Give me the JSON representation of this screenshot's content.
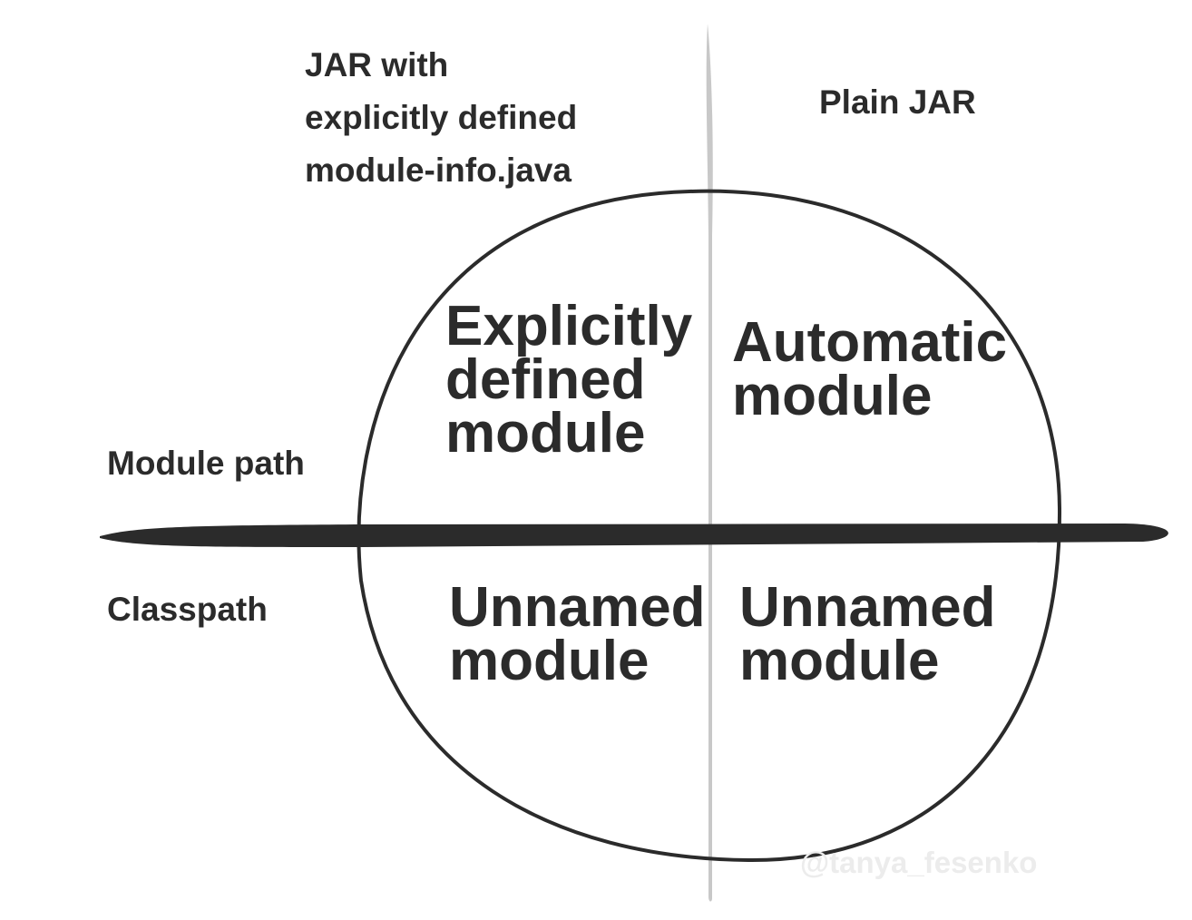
{
  "columns": {
    "explicit_jar": {
      "lines": [
        "JAR with",
        "explicitly defined",
        "module-info.java"
      ]
    },
    "plain_jar": {
      "label": "Plain JAR"
    }
  },
  "rows": {
    "module_path": {
      "label": "Module path"
    },
    "classpath": {
      "label": "Classpath"
    }
  },
  "cells": {
    "module_path_explicit": {
      "lines": [
        "Explicitly",
        "defined",
        "module"
      ]
    },
    "module_path_plain": {
      "lines": [
        "Automatic",
        "module"
      ]
    },
    "classpath_explicit": {
      "lines": [
        "Unnamed",
        "module"
      ]
    },
    "classpath_plain": {
      "lines": [
        "Unnamed",
        "module"
      ]
    }
  },
  "watermark": "@tanya_fesenko",
  "colors": {
    "text": "#2b2b2b",
    "divider_horizontal": "#2b2b2b",
    "divider_vertical": "#c8c8c8",
    "circle_stroke": "#2b2b2b",
    "watermark": "#ececec",
    "background": "#ffffff"
  }
}
